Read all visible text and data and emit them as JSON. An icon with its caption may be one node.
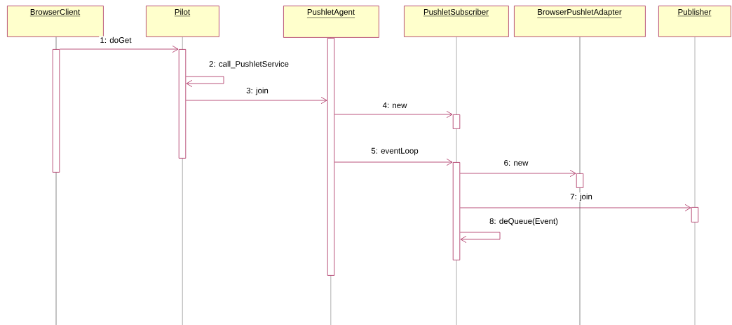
{
  "diagram": {
    "nodes": [
      {
        "text": [
          "BrowserClient"
        ]
      },
      {
        "text": [
          "Pilot"
        ]
      },
      {
        "text": [
          "PushletAgent"
        ]
      },
      {
        "text": [
          "PushletSubscriber"
        ]
      },
      {
        "text": [
          "BrowserPushletAdapter"
        ]
      },
      {
        "text": [
          "Publisher"
        ]
      },
      {
        "text": [],
        "shape": "bar"
      },
      {
        "text": [],
        "shape": "bar"
      },
      {
        "text": [],
        "shape": "bar"
      },
      {
        "text": [],
        "shape": "bar"
      },
      {
        "text": [],
        "shape": "bar"
      },
      {
        "text": [],
        "shape": "bar"
      },
      {
        "text": [],
        "shape": "bar"
      }
    ],
    "edges": [
      {
        "from": 6,
        "to": 7,
        "arrow": "to",
        "label": "1: doGet"
      },
      {
        "from": 7,
        "to": 7,
        "arrow": "to",
        "label": "2: call_PushletService"
      },
      {
        "from": 7,
        "to": 8,
        "arrow": "to",
        "label": "3: join"
      },
      {
        "from": 8,
        "to": 9,
        "arrow": "to",
        "label": "4: new"
      },
      {
        "from": 8,
        "to": 10,
        "arrow": "to",
        "label": "5: eventLoop"
      },
      {
        "from": 10,
        "to": 11,
        "arrow": "to",
        "label": "6: new"
      },
      {
        "from": 10,
        "to": 12,
        "arrow": "to",
        "label": "7: join"
      },
      {
        "from": 10,
        "to": 10,
        "arrow": "to",
        "label": "8: deQueue(Event)"
      }
    ]
  }
}
